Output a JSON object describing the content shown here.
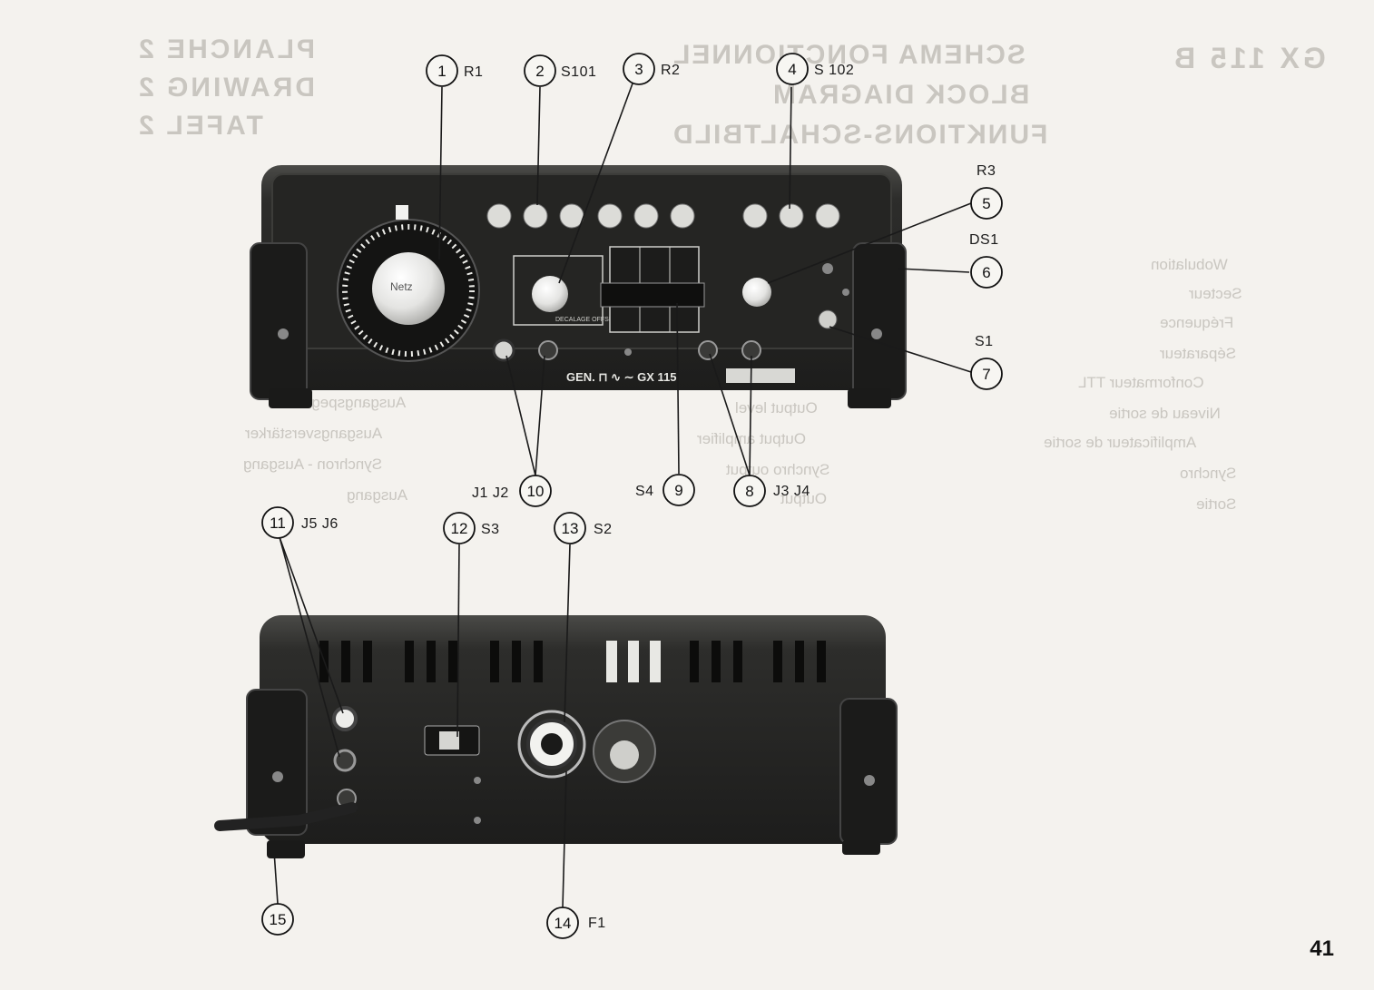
{
  "page_number": "41",
  "callouts": [
    {
      "num": "1",
      "label": "R1"
    },
    {
      "num": "2",
      "label": "S101"
    },
    {
      "num": "3",
      "label": "R2"
    },
    {
      "num": "4",
      "label": "S 102"
    },
    {
      "num": "5",
      "label": "R3"
    },
    {
      "num": "6",
      "label": "DS1"
    },
    {
      "num": "7",
      "label": "S1"
    },
    {
      "num": "8",
      "label": "J3  J4"
    },
    {
      "num": "9",
      "label": "S4"
    },
    {
      "num": "10",
      "label": "J1  J2"
    },
    {
      "num": "11",
      "label": "J5  J6"
    },
    {
      "num": "12",
      "label": "S3"
    },
    {
      "num": "13",
      "label": "S2"
    },
    {
      "num": "14",
      "label": "F1"
    },
    {
      "num": "15",
      "label": ""
    }
  ],
  "front_panel": {
    "dial_label": "Netz",
    "range_label": "DECALAGE OFFSET",
    "brand_label": "GEN.  ⊓ ∿ ∼  GX 115"
  },
  "bleed_through": {
    "header_left": [
      "PLANCHE  2",
      "DRAWING  2",
      "TAFEL   2"
    ],
    "header_right": [
      "SCHEMA FONCTIONNEL",
      "BLOCK DIAGRAM",
      "FUNKTIONS-SCHALTBILD"
    ],
    "model": "GX 115 B",
    "list_fr": [
      "Wobulation",
      "Secteur",
      "Fréquence",
      "Séparateur",
      "Conformateur TTL",
      "Niveau de sortie",
      "Amplificateur de sortie",
      "Synchro",
      "Sortie"
    ],
    "list_en": [
      "Output level",
      "Output amplifier",
      "Synchro output",
      "Output"
    ],
    "list_de": [
      "Ausgangspegel",
      "Ausgangsverstärker",
      "Synchron - Ausgang",
      "Ausgang"
    ]
  },
  "colors": {
    "paper": "#f4f2ee",
    "device_body": "#2a2a28",
    "panel_dark": "#1b1b1a",
    "chrome": "#d9d9d6",
    "ink": "#1a1a1a"
  }
}
